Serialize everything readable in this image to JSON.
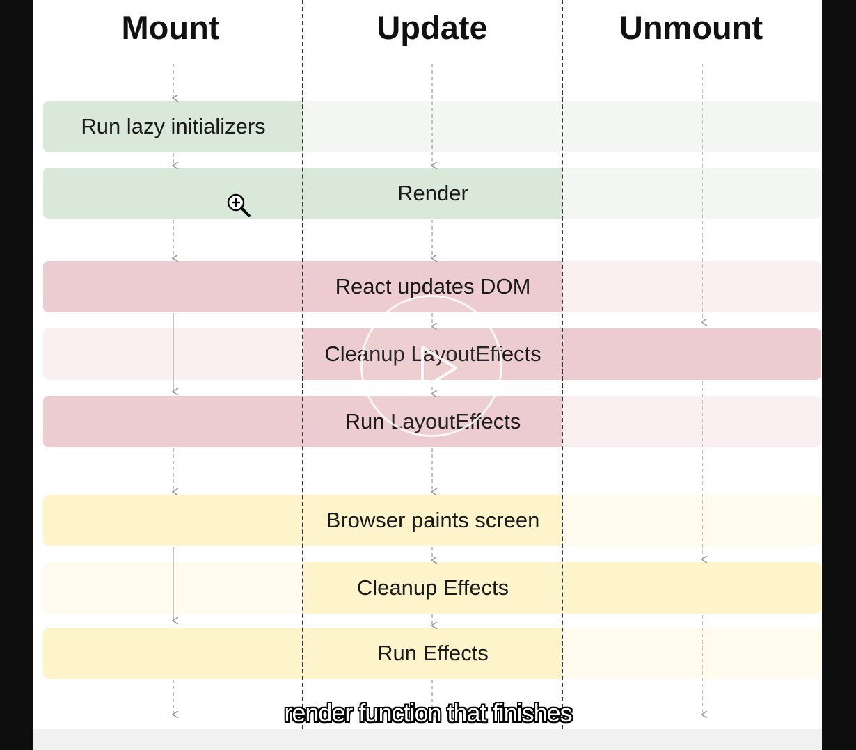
{
  "headers": {
    "mount": "Mount",
    "update": "Update",
    "unmount": "Unmount"
  },
  "stages": {
    "lazy_init": "Run lazy initializers",
    "render": "Render",
    "dom_update": "React updates DOM",
    "cleanup_layout": "Cleanup LayoutEffects",
    "run_layout": "Run LayoutEffects",
    "paint": "Browser paints screen",
    "cleanup_effects": "Cleanup Effects",
    "run_effects": "Run Effects"
  },
  "caption": "render function that finishes",
  "colors": {
    "green": "#d9e8d8",
    "green_faint": "#f4f6f3",
    "red": "#ecccd0",
    "red_faint": "#faf0f1",
    "yellow": "#fdf4cc",
    "yellow_faint": "#fffcef"
  },
  "icons": {
    "zoom_cursor": "zoom-in-icon",
    "play": "play-icon"
  }
}
